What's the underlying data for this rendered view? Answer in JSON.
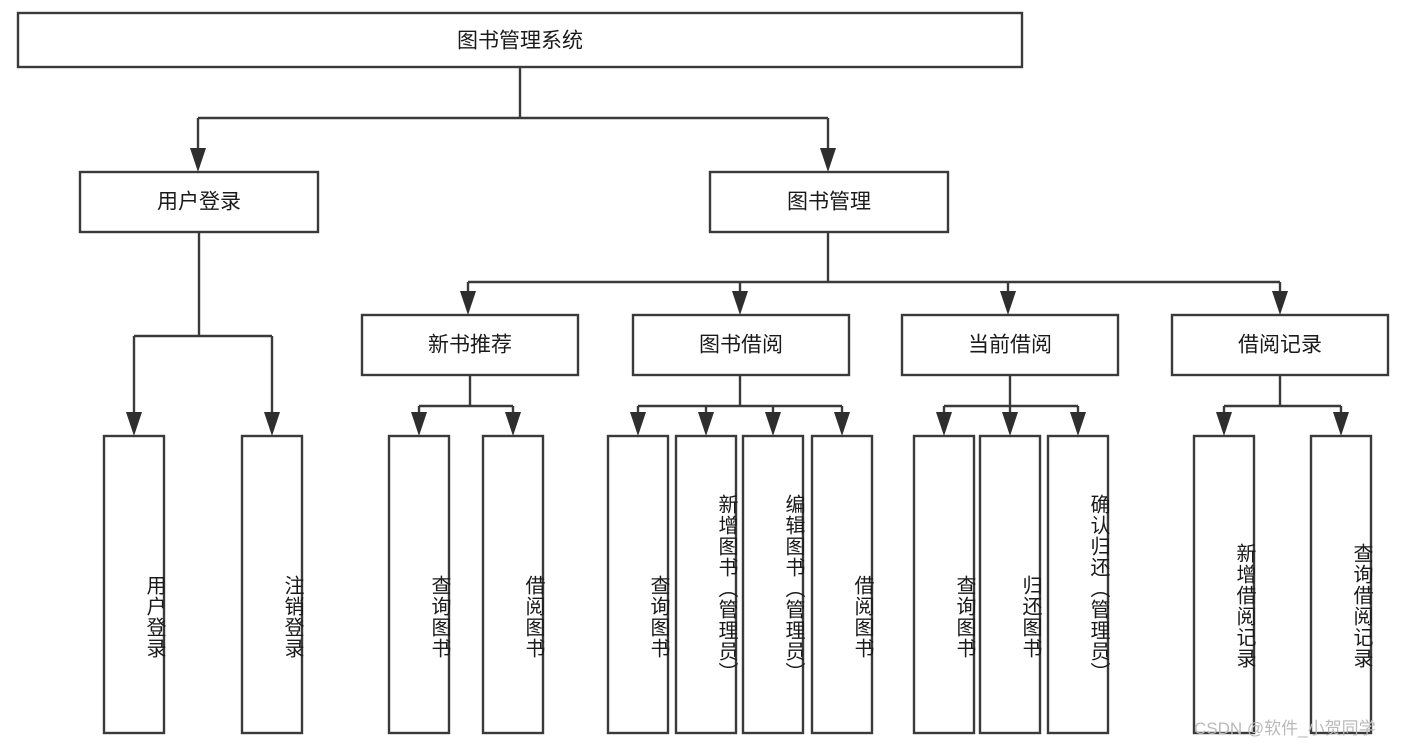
{
  "diagram": {
    "title": "图书管理系统",
    "type": "tree-hierarchy-diagram",
    "root": {
      "label": "图书管理系统"
    },
    "level2": [
      {
        "label": "用户登录"
      },
      {
        "label": "图书管理"
      }
    ],
    "level3": [
      {
        "label": "新书推荐"
      },
      {
        "label": "图书借阅"
      },
      {
        "label": "当前借阅"
      },
      {
        "label": "借阅记录"
      }
    ],
    "leaves": {
      "user_login": [
        {
          "label": "用户登录"
        },
        {
          "label": "注销登录"
        }
      ],
      "new_book_recommend": [
        {
          "label": "查询图书"
        },
        {
          "label": "借阅图书"
        }
      ],
      "book_borrow": [
        {
          "label": "查询图书"
        },
        {
          "label": "新增图书（管理员）"
        },
        {
          "label": "编辑图书（管理员）"
        },
        {
          "label": "借阅图书"
        }
      ],
      "current_borrow": [
        {
          "label": "查询图书"
        },
        {
          "label": "归还图书"
        },
        {
          "label": "确认归还（管理员）"
        }
      ],
      "borrow_record": [
        {
          "label": "新增借阅记录"
        },
        {
          "label": "查询借阅记录"
        }
      ]
    }
  },
  "watermark": {
    "text": "CSDN @软件_小贺同学"
  },
  "colors": {
    "stroke": "#3a3a3a",
    "text": "#1a1a1a",
    "background": "#ffffff",
    "watermark": "#b9b9b9"
  }
}
